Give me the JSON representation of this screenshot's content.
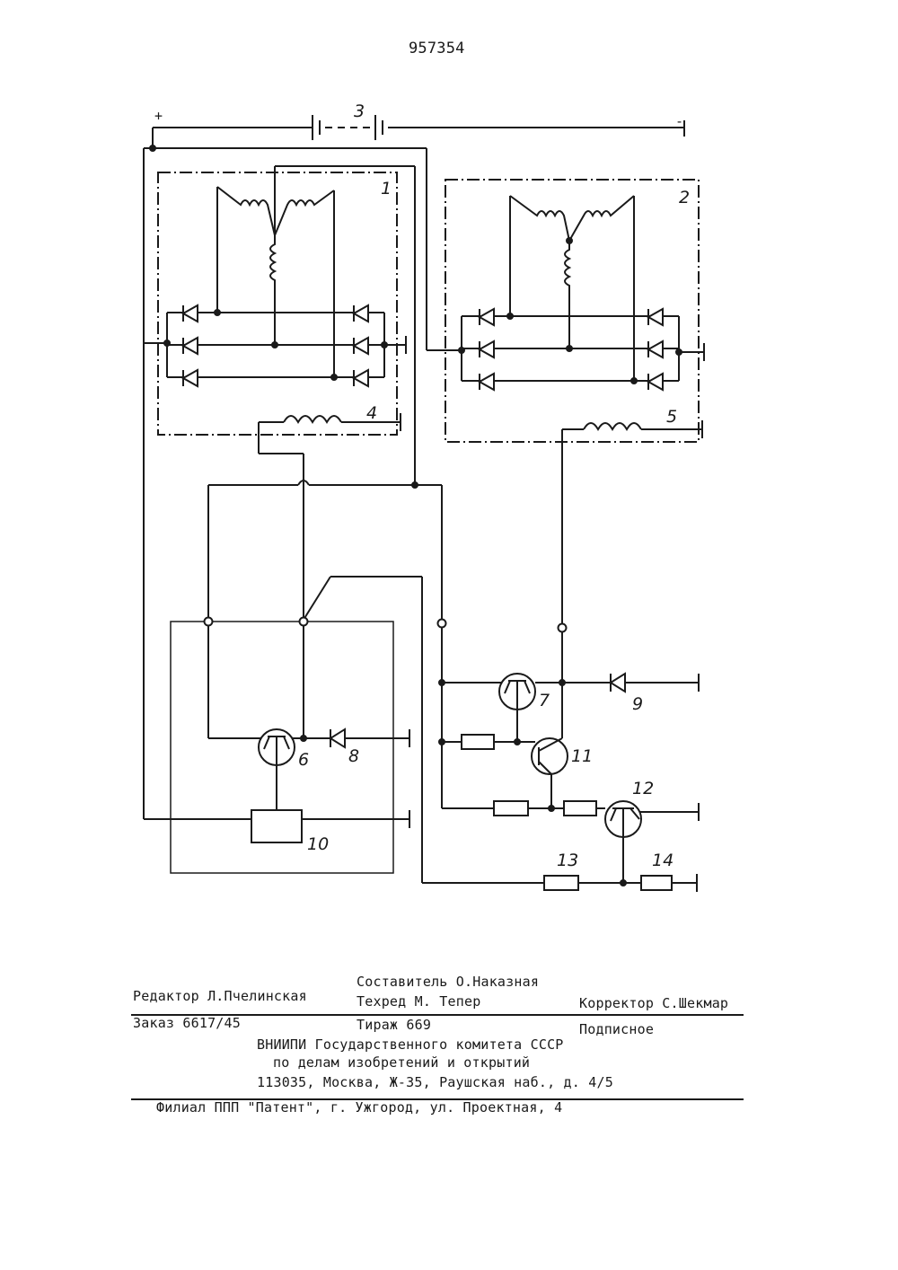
{
  "patent_number": "957354",
  "schematic": {
    "polarity_plus": "+",
    "polarity_minus": "-",
    "labels": {
      "generator_1": "1",
      "generator_2": "2",
      "battery": "3",
      "winding_4": "4",
      "winding_5": "5",
      "transistor_6": "6",
      "transistor_7": "7",
      "diode_8": "8",
      "diode_9": "9",
      "block_10": "10",
      "transistor_11": "11",
      "transistor_12": "12",
      "resistor_13": "13",
      "resistor_14": "14"
    }
  },
  "footer": {
    "editor": "Редактор Л.Пчелинская",
    "compiler": "Составитель О.Наказная",
    "techred": "Техред М. Тепер",
    "corrector": "Корректор С.Шекмар",
    "order": "Заказ 6617/45",
    "circulation": "Тираж 669",
    "subscription": "Подписное",
    "org_line1": "ВНИИПИ Государственного комитета СССР",
    "org_line2": "по делам изобретений и открытий",
    "org_line3": "113035, Москва, Ж-35, Раушская наб., д. 4/5",
    "branch": "Филиал ППП \"Патент\", г. Ужгород, ул. Проектная, 4"
  }
}
